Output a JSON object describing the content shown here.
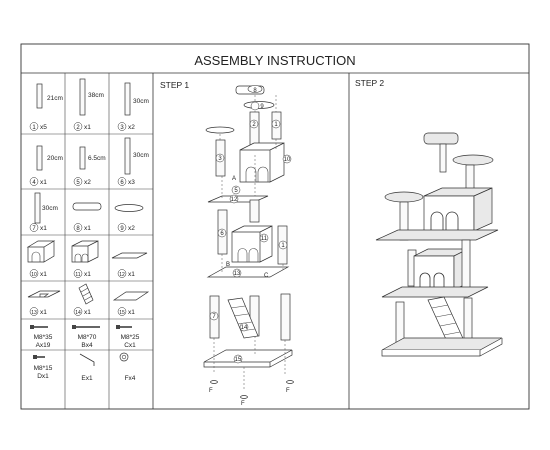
{
  "title": "ASSEMBLY INSTRUCTION",
  "steps": [
    "STEP 1",
    "STEP 2"
  ],
  "parts": [
    {
      "num": "1",
      "qty": "x5",
      "dim": "21cm"
    },
    {
      "num": "2",
      "qty": "x1",
      "dim": "38cm"
    },
    {
      "num": "3",
      "qty": "x2",
      "dim": "30cm"
    },
    {
      "num": "4",
      "qty": "x1",
      "dim": "20cm"
    },
    {
      "num": "5",
      "qty": "x2",
      "dim": "6.5cm"
    },
    {
      "num": "6",
      "qty": "x3",
      "dim": "30cm"
    },
    {
      "num": "7",
      "qty": "x1",
      "dim": "30cm"
    },
    {
      "num": "8",
      "qty": "x1",
      "dim": ""
    },
    {
      "num": "9",
      "qty": "x2",
      "dim": ""
    },
    {
      "num": "10",
      "qty": "x1",
      "dim": ""
    },
    {
      "num": "11",
      "qty": "x1",
      "dim": ""
    },
    {
      "num": "12",
      "qty": "x1",
      "dim": ""
    },
    {
      "num": "13",
      "qty": "x1",
      "dim": ""
    },
    {
      "num": "14",
      "qty": "x1",
      "dim": ""
    },
    {
      "num": "15",
      "qty": "x1",
      "dim": ""
    }
  ],
  "hardware": [
    {
      "size": "M8*35",
      "code": "Ax19"
    },
    {
      "size": "M8*70",
      "code": "Bx4"
    },
    {
      "size": "M8*25",
      "code": "Cx1"
    },
    {
      "size": "M8*15",
      "code": "Dx1"
    },
    {
      "size": "",
      "code": "Ex1"
    },
    {
      "size": "",
      "code": "Fx4"
    }
  ],
  "callouts": {
    "step1": [
      "8",
      "9",
      "2",
      "3",
      "1",
      "10",
      "A",
      "5",
      "12",
      "6",
      "7",
      "11",
      "B",
      "13",
      "C",
      "14",
      "15",
      "F"
    ]
  }
}
